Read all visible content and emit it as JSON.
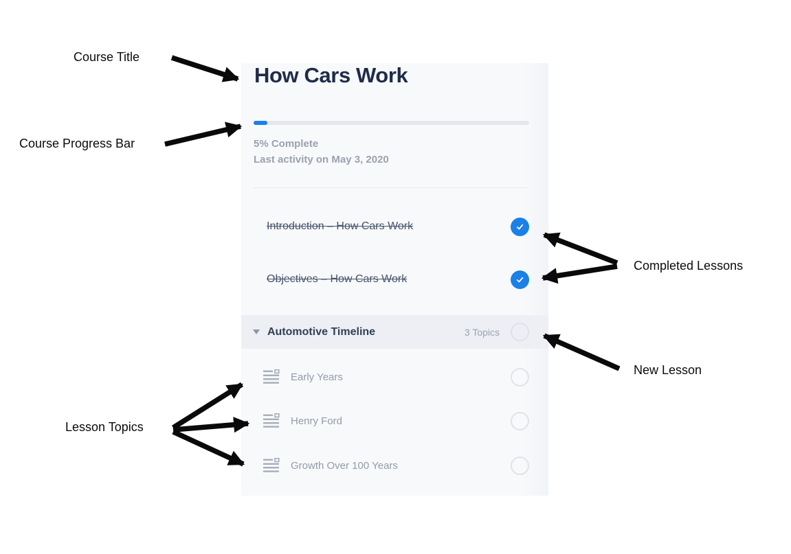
{
  "annotations": {
    "course_title": "Course Title",
    "course_progress_bar": "Course Progress Bar",
    "completed_lessons": "Completed Lessons",
    "new_lesson": "New Lesson",
    "lesson_topics": "Lesson Topics"
  },
  "course": {
    "title": "How Cars Work",
    "progress_percent": 5,
    "progress_text": "5% Complete",
    "last_activity": "Last activity on May 3, 2020",
    "lessons": [
      {
        "title": "Introduction – How Cars Work",
        "status": "completed"
      },
      {
        "title": "Objectives – How Cars Work",
        "status": "completed"
      },
      {
        "title": "Automotive Timeline",
        "status": "incomplete",
        "topics_label": "3 Topics",
        "topics": [
          "Early Years",
          "Henry Ford",
          "Growth Over 100 Years"
        ]
      }
    ]
  },
  "colors": {
    "accent_blue": "#1b80e8",
    "title_navy": "#1f2c49",
    "muted_text": "#9aa2af",
    "panel_bg": "#f8f9fb",
    "row_highlight": "#edeff4",
    "annotation_black": "#0b0b0b"
  }
}
